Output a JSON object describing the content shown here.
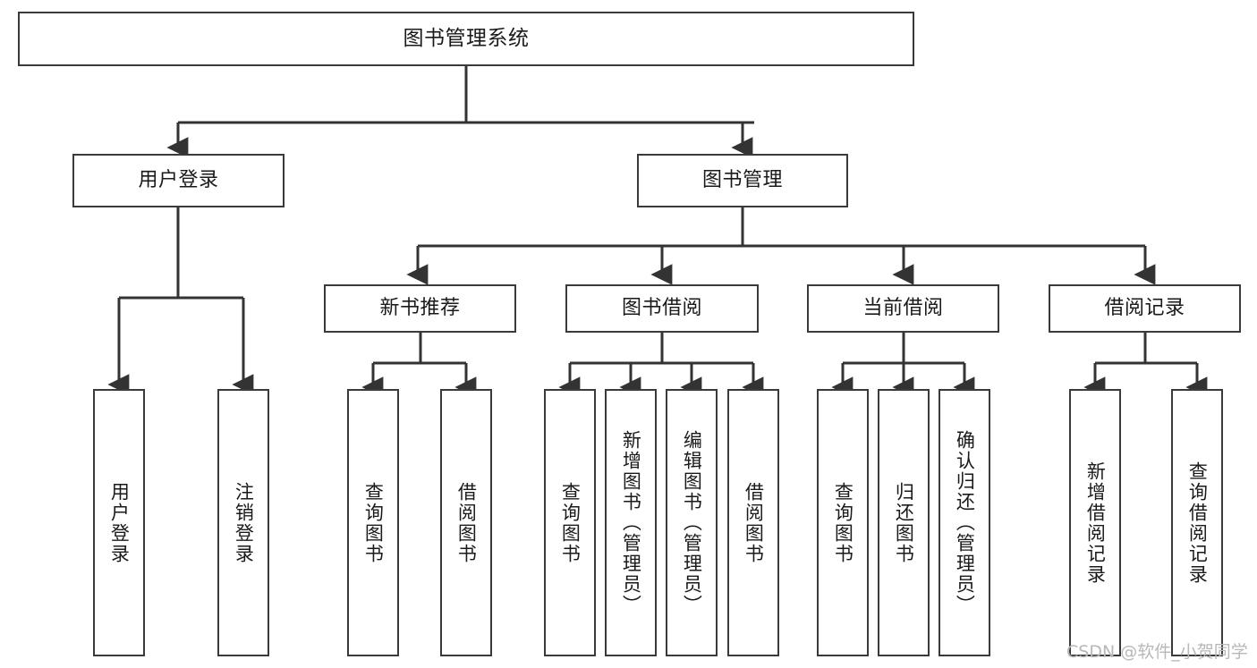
{
  "diagram": {
    "type": "tree",
    "title": "图书管理系统",
    "colors": {
      "box_border": "#3a3a3a",
      "box_fill": "#ffffff",
      "edge": "#333333",
      "text": "#1a1a1a",
      "watermark": "#b8b8b8"
    },
    "root": {
      "label": "图书管理系统"
    },
    "level2": [
      {
        "label": "用户登录"
      },
      {
        "label": "图书管理"
      }
    ],
    "level3": [
      {
        "label": "新书推荐"
      },
      {
        "label": "图书借阅"
      },
      {
        "label": "当前借阅"
      },
      {
        "label": "借阅记录"
      }
    ],
    "leaves": {
      "user_login": [
        {
          "label": "用户登录"
        },
        {
          "label": "注销登录"
        }
      ],
      "new_book": [
        {
          "label": "查询图书"
        },
        {
          "label": "借阅图书"
        }
      ],
      "book_borrow": [
        {
          "label": "查询图书"
        },
        {
          "label": "新增图书（管理员）"
        },
        {
          "label": "编辑图书（管理员）"
        },
        {
          "label": "借阅图书"
        }
      ],
      "current_borrow": [
        {
          "label": "查询图书"
        },
        {
          "label": "归还图书"
        },
        {
          "label": "确认归还（管理员）"
        }
      ],
      "borrow_record": [
        {
          "label": "新增借阅记录"
        },
        {
          "label": "查询借阅记录"
        }
      ]
    }
  },
  "watermark": {
    "text": "CSDN @软件_小贺同学"
  }
}
